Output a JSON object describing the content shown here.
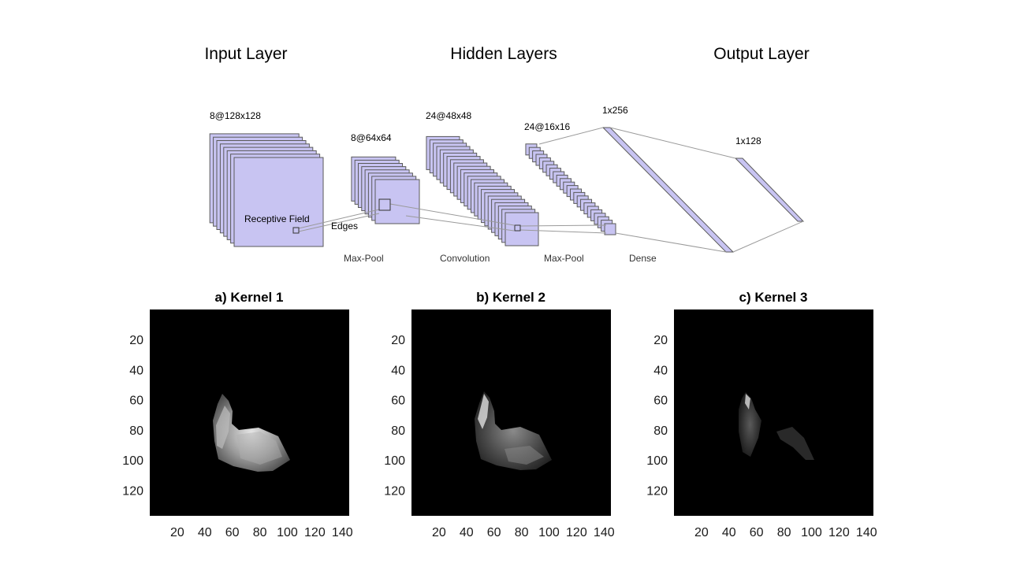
{
  "headers": {
    "input": "Input Layer",
    "hidden": "Hidden Layers",
    "output": "Output Layer"
  },
  "layer_dims": {
    "l1": "8@128x128",
    "l2": "8@64x64",
    "l3": "24@48x48",
    "l4": "24@16x16",
    "l5": "1x256",
    "l6": "1x128"
  },
  "annotations": {
    "receptive_field": "Receptive Field",
    "edges": "Edges"
  },
  "operations": {
    "op1": "Max-Pool",
    "op2": "Convolution",
    "op3": "Max-Pool",
    "op4": "Dense"
  },
  "colors": {
    "feature_map_fill": "#c8c4f2",
    "feature_map_stroke": "#5a5a5a",
    "connector": "#9a9a9a",
    "image_background": "#000000"
  },
  "kernels": [
    {
      "title": "a) Kernel 1",
      "y_ticks": [
        "20",
        "40",
        "60",
        "80",
        "100",
        "120"
      ],
      "x_ticks": [
        "20",
        "40",
        "60",
        "80",
        "100",
        "120",
        "140"
      ]
    },
    {
      "title": "b) Kernel 2",
      "y_ticks": [
        "20",
        "40",
        "60",
        "80",
        "100",
        "120"
      ],
      "x_ticks": [
        "20",
        "40",
        "60",
        "80",
        "100",
        "120",
        "140"
      ]
    },
    {
      "title": "c) Kernel 3",
      "y_ticks": [
        "20",
        "40",
        "60",
        "80",
        "100",
        "120"
      ],
      "x_ticks": [
        "20",
        "40",
        "60",
        "80",
        "100",
        "120",
        "140"
      ]
    }
  ]
}
